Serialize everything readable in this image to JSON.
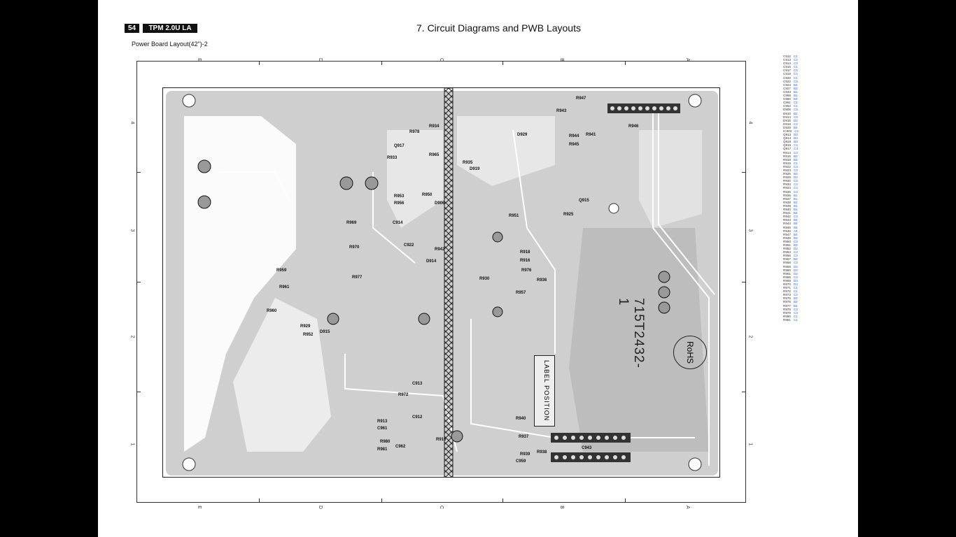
{
  "header": {
    "page_number": "54",
    "doc_code": "TPM 2.0U LA",
    "chapter_title": "7. Circuit Diagrams and PWB Layouts",
    "subtitle": "Power Board Layout(42\")-2"
  },
  "grid": {
    "columns": [
      "E",
      "D",
      "C",
      "B",
      "A"
    ],
    "rows": [
      "4",
      "3",
      "2",
      "1"
    ]
  },
  "board": {
    "part_number": "715T2432-1",
    "rohs_mark": "RoHS",
    "label_position": "LABEL POSITION",
    "components": [
      "R978",
      "R934",
      "R933",
      "Q917",
      "R965",
      "R935",
      "D919",
      "R953",
      "R956",
      "R950",
      "D906",
      "C914",
      "C922",
      "R942",
      "D914",
      "R969",
      "R970",
      "R977",
      "R959",
      "R961",
      "R960",
      "R929",
      "R952",
      "D915",
      "R930",
      "C913",
      "R972",
      "C912",
      "R913",
      "C961",
      "R980",
      "R981",
      "C962",
      "R916",
      "R947",
      "R943",
      "R944",
      "R945",
      "R946",
      "R941",
      "D929",
      "R951",
      "R925",
      "Q915",
      "R918",
      "R916",
      "R976",
      "R957",
      "R936",
      "R937",
      "R938",
      "R939",
      "C959",
      "C943",
      "R940"
    ]
  },
  "legend": [
    [
      "C912",
      "C1"
    ],
    [
      "C913",
      "C2"
    ],
    [
      "C914",
      "C3"
    ],
    [
      "C916",
      "C1"
    ],
    [
      "C917",
      "C4"
    ],
    [
      "C918",
      "C4"
    ],
    [
      "C920",
      "C1"
    ],
    [
      "C922",
      "C3"
    ],
    [
      "C924",
      "B4"
    ],
    [
      "C927",
      "B3"
    ],
    [
      "C943",
      "B1"
    ],
    [
      "C958",
      "B1"
    ],
    [
      "C960",
      "B4"
    ],
    [
      "C961",
      "C1"
    ],
    [
      "C962",
      "C1"
    ],
    [
      "D906",
      "C3"
    ],
    [
      "D910",
      "B2"
    ],
    [
      "D914",
      "C3"
    ],
    [
      "D915",
      "D2"
    ],
    [
      "D918",
      "C4"
    ],
    [
      "D929",
      "B4"
    ],
    [
      "IC902",
      "C1"
    ],
    [
      "Q913",
      "B3"
    ],
    [
      "Q914",
      "B3"
    ],
    [
      "Q915",
      "B3"
    ],
    [
      "Q916",
      "C1"
    ],
    [
      "Q917",
      "C4"
    ],
    [
      "R914",
      "C4"
    ],
    [
      "R915",
      "B3"
    ],
    [
      "R918",
      "B3"
    ],
    [
      "R919",
      "C1"
    ],
    [
      "R922",
      "C3"
    ],
    [
      "R923",
      "C3"
    ],
    [
      "R925",
      "B3"
    ],
    [
      "R929",
      "D2"
    ],
    [
      "R930",
      "C3"
    ],
    [
      "R933",
      "C4"
    ],
    [
      "R934",
      "C4"
    ],
    [
      "R935",
      "C4"
    ],
    [
      "R936",
      "B1"
    ],
    [
      "R937",
      "B1"
    ],
    [
      "R938",
      "B1"
    ],
    [
      "R939",
      "B1"
    ],
    [
      "R940",
      "B1"
    ],
    [
      "R941",
      "B4"
    ],
    [
      "R942",
      "C3"
    ],
    [
      "R943",
      "B4"
    ],
    [
      "R944",
      "B4"
    ],
    [
      "R945",
      "B4"
    ],
    [
      "R946",
      "A4"
    ],
    [
      "R947",
      "B4"
    ],
    [
      "R948",
      "B3"
    ],
    [
      "R950",
      "C3"
    ],
    [
      "R951",
      "B3"
    ],
    [
      "R952",
      "D2"
    ],
    [
      "R953",
      "C3"
    ],
    [
      "R956",
      "C3"
    ],
    [
      "R957",
      "B3"
    ],
    [
      "R958",
      "C3"
    ],
    [
      "R959",
      "D2"
    ],
    [
      "R960",
      "D2"
    ],
    [
      "R961",
      "D2"
    ],
    [
      "R965",
      "C4"
    ],
    [
      "R969",
      "D3"
    ],
    [
      "R970",
      "D3"
    ],
    [
      "R971",
      "C1"
    ],
    [
      "R972",
      "C1"
    ],
    [
      "R973",
      "C2"
    ],
    [
      "R975",
      "B3"
    ],
    [
      "R976",
      "B3"
    ],
    [
      "R977",
      "B4"
    ],
    [
      "R978",
      "C4"
    ],
    [
      "R979",
      "C3"
    ],
    [
      "R980",
      "C1"
    ],
    [
      "R981",
      "C1"
    ]
  ]
}
